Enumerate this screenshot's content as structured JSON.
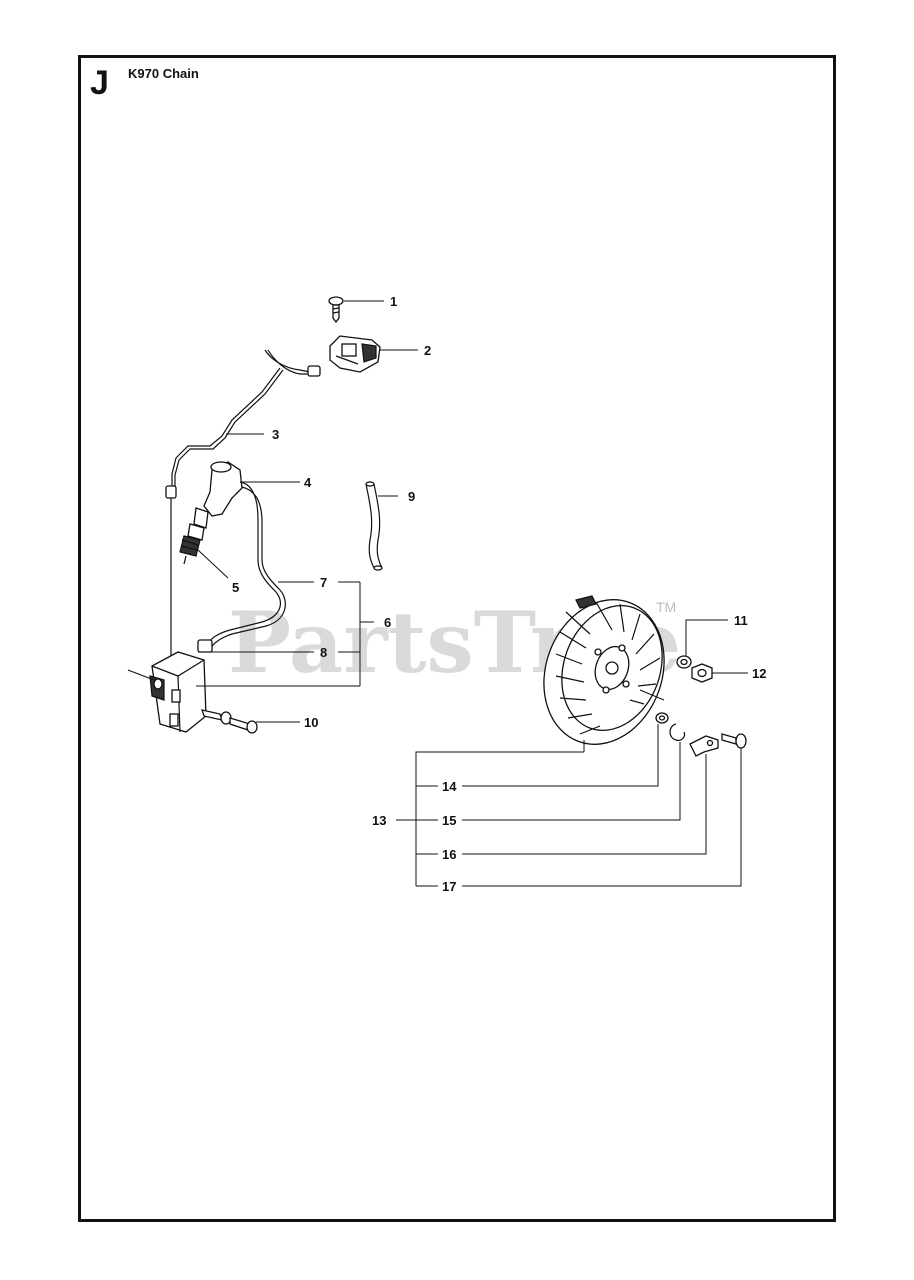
{
  "page": {
    "section_letter": "J",
    "title": "K970 Chain"
  },
  "watermark": {
    "text": "PartsTree",
    "trademark": "TM"
  },
  "callouts": {
    "c1": "1",
    "c2": "2",
    "c3": "3",
    "c4": "4",
    "c5": "5",
    "c6": "6",
    "c7": "7",
    "c8": "8",
    "c9": "9",
    "c10": "10",
    "c11": "11",
    "c12": "12",
    "c13": "13",
    "c14": "14",
    "c15": "15",
    "c16": "16",
    "c17": "17"
  },
  "colors": {
    "ink": "#111111",
    "watermark": "#bdbdbd"
  },
  "icons": [
    "screw-icon",
    "switch-icon",
    "wire-icon",
    "spark-plug-cap-icon",
    "spark-plug-icon",
    "hose-icon",
    "ignition-coil-icon",
    "flywheel-icon",
    "washer-icon",
    "nut-icon",
    "key-icon",
    "bolt-icon"
  ]
}
